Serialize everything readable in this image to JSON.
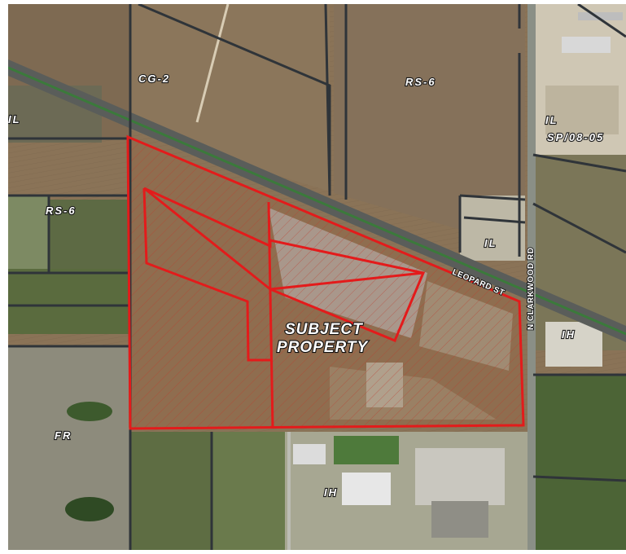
{
  "map": {
    "subject_label_line1": "SUBJECT",
    "subject_label_line2": "PROPERTY",
    "zones": {
      "cg2": "CG-2",
      "rs6_north": "RS-6",
      "rs6_west": "RS-6",
      "il_west": "IL",
      "il_northeast": "IL",
      "sp": "SP/08-05",
      "il_east": "IL",
      "ih_east": "IH",
      "fr": "FR",
      "ih_south": "IH"
    },
    "roads": {
      "leopard_st": "LEOPARD ST",
      "clarkwood_rd": "N CLARKWOOD RD"
    },
    "colors": {
      "boundary": "#e31b1b",
      "zoning_line": "#2f3439",
      "field": "#8a7357"
    }
  }
}
